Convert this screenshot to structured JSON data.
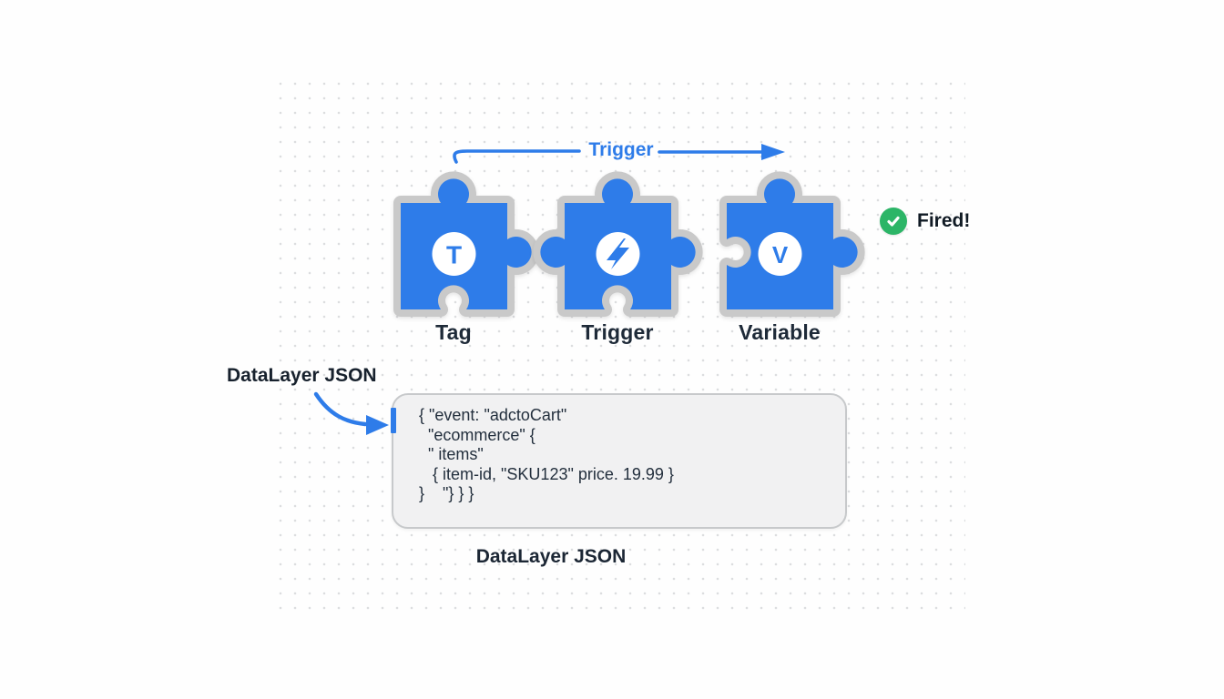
{
  "diagram": {
    "trigger_flow_label": "Trigger",
    "pieces": [
      {
        "label": "Tag",
        "icon": "letter-t-icon",
        "letter": "T"
      },
      {
        "label": "Trigger",
        "icon": "lightning-bolt-icon",
        "letter": ""
      },
      {
        "label": "Variable",
        "icon": "letter-v-icon",
        "letter": "V"
      }
    ],
    "fired_badge": {
      "label": "Fired!",
      "icon": "check-icon"
    },
    "datalayer_label_top": "DataLayer JSON",
    "datalayer_label_bottom": "DataLayer JSON",
    "code_block": {
      "lines": [
        "{ \"event: \"adctoCart\"",
        "  \"ecommerce\" {",
        "  \" items\"",
        "   { item-id, \"SKU123\" price. 19.99 }",
        "}    \"} } }"
      ]
    },
    "colors": {
      "puzzle_blue": "#2e7ce9",
      "outline_gray": "#c9c9c9",
      "success_green": "#2cb567",
      "text_navy": "#1e2a38",
      "box_gray": "#f1f1f2"
    }
  }
}
